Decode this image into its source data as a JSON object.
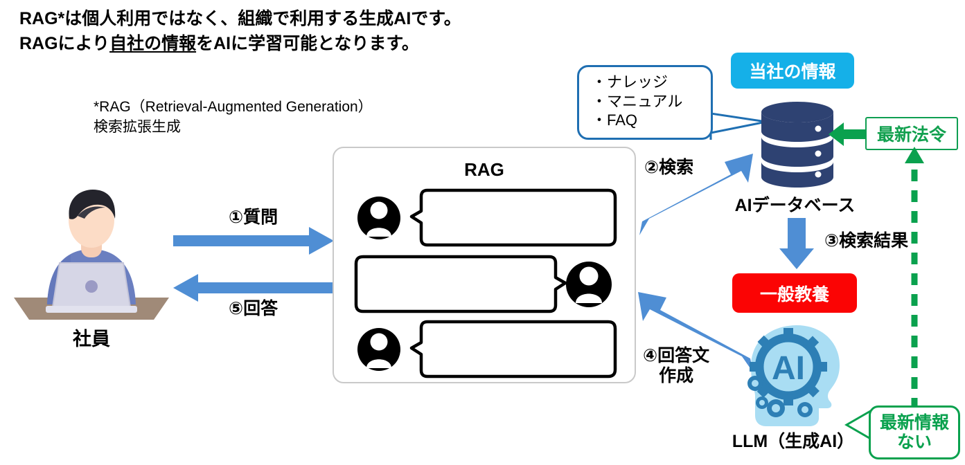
{
  "headline": {
    "line1_pre": "RAG*は個人利用ではなく、組織で利用する生成AIです。",
    "line2_a": "RAGにより",
    "line2_underlined": "自社の情報",
    "line2_b": "をAIに学習可能となります。"
  },
  "rag_definition": {
    "line1": "*RAG（Retrieval-Augmented Generation）",
    "line2": "検索拡張生成"
  },
  "employee": {
    "label": "社員"
  },
  "rag_panel": {
    "title": "RAG"
  },
  "flow_labels": {
    "step1": "①質問",
    "step5": "⑤回答",
    "step2": "②検索",
    "step3": "③検索結果",
    "step4_line1": "④回答文",
    "step4_line2": "作成"
  },
  "database": {
    "label": "AIデータベース"
  },
  "llm": {
    "label": "LLM（生成AI）",
    "badge": "AI"
  },
  "boxes": {
    "company_info": "当社の情報",
    "general_knowledge": "一般教養",
    "latest_law": "最新法令",
    "no_latest_info_line1": "最新情報",
    "no_latest_info_line2": "ない"
  },
  "callout_sources": {
    "item1": "・ナレッジ",
    "item2": "・マニュアル",
    "item3": "・FAQ"
  },
  "colors": {
    "arrow_blue": "#4f8ed4",
    "cyan_box": "#15b0e8",
    "red_box": "#fb0404",
    "green": "#0aa14e",
    "db_navy": "#2e4272",
    "callout_border_blue": "#1f6fb2",
    "panel_border": "#c9c9c9"
  }
}
